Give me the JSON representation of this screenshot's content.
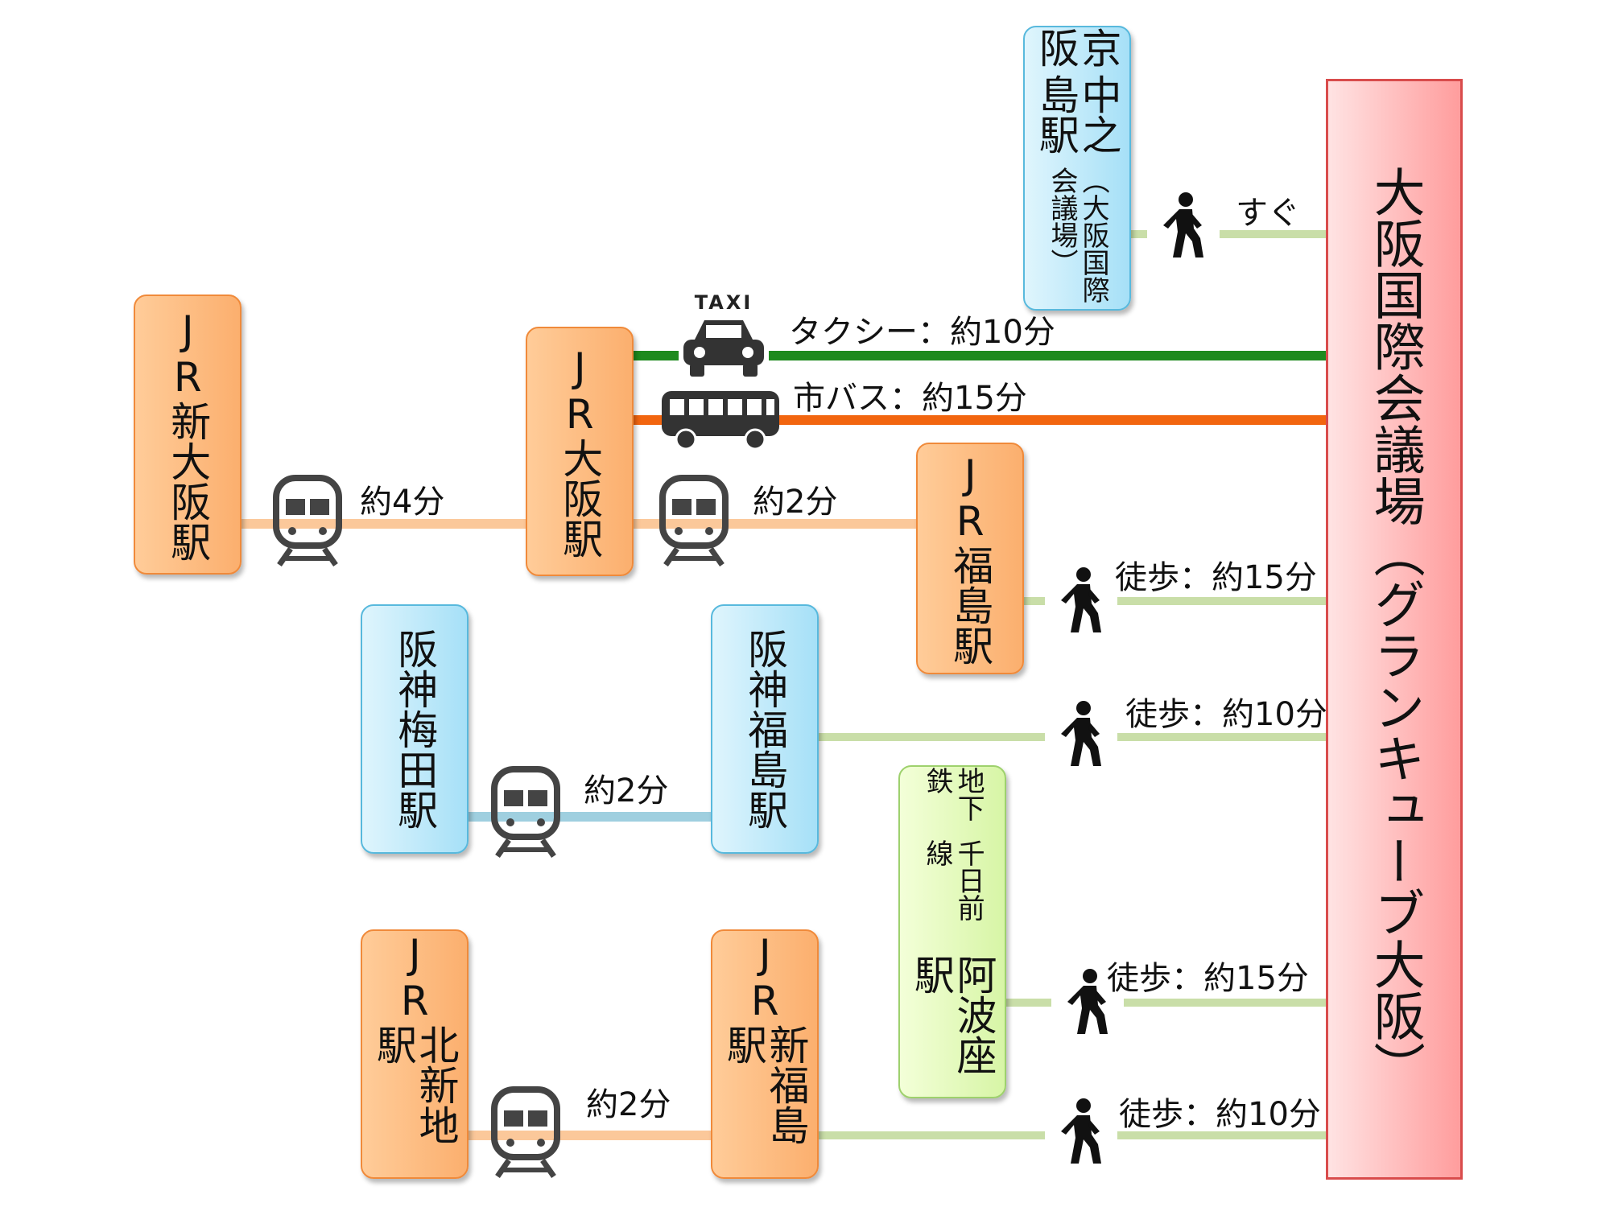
{
  "venue": {
    "lines": [
      "大阪国際会議場",
      "（グランキューブ大阪）"
    ]
  },
  "stations": {
    "jr_shin_osaka": [
      "JR",
      "新大阪駅"
    ],
    "jr_osaka": [
      "JR",
      "大阪駅"
    ],
    "jr_fukushima": [
      "JR",
      "福島駅"
    ],
    "hanshin_umeda": [
      "阪神",
      "梅田駅"
    ],
    "hanshin_fukushima": [
      "阪神",
      "福島駅"
    ],
    "jr_kitashinchi": [
      "JR",
      "北新地駅"
    ],
    "jr_shin_fukushima": [
      "JR",
      "新福島駅"
    ],
    "keihan_nakanoshima": {
      "name": [
        "京阪",
        "中之島駅"
      ],
      "sub": "（大阪国際会議場）"
    },
    "subway_awaza": {
      "line": [
        "地下鉄",
        "千日前線"
      ],
      "name": "阿波座駅"
    }
  },
  "connections": {
    "shinosaka_osaka": "約4分",
    "osaka_fukushima": "約2分",
    "umeda_hfukushima": "約2分",
    "kitashinchi_shinfukushima": "約2分",
    "taxi": "タクシー：約10分",
    "bus": "市バス：約15分",
    "walk_nakanoshima": "すぐ",
    "walk_jr_fukushima": "徒歩：約15分",
    "walk_hanshin_fukushima": "徒歩：約10分",
    "walk_awaza": "徒歩：約15分",
    "walk_shin_fukushima": "徒歩：約10分"
  },
  "icons": {
    "taxi": "TAXI",
    "train": "train-icon",
    "bus": "bus-icon",
    "walk": "pedestrian-icon"
  },
  "colors": {
    "jr_orange": "#fbaf6e",
    "hanshin_blue": "#a6e0f7",
    "subway_green": "#d7f5a6",
    "venue_pink": "#ff9d9d",
    "taxi_line": "#1e8a1e",
    "bus_line": "#f2650f",
    "walk_line": "#c9dea8",
    "rail_orange": "#fbc89a",
    "rail_blue": "#9fcfdf"
  }
}
